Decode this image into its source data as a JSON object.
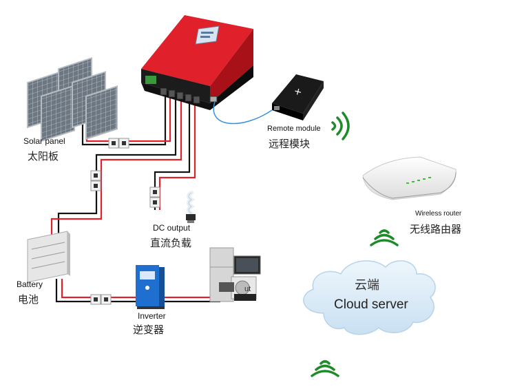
{
  "labels": {
    "solar_panel_en": "Solar panel",
    "solar_panel_cn": "太阳板",
    "remote_module_en": "Remote module",
    "remote_module_cn": "远程模块",
    "wireless_router_en": "Wireless router",
    "wireless_router_cn": "无线路由器",
    "dc_output_en": "DC output",
    "dc_output_cn": "直流负载",
    "battery_en": "Battery",
    "battery_cn": "电池",
    "inverter_en": "Inverter",
    "inverter_cn": "逆变器",
    "ac_load_fragment": "ut",
    "cloud_cn": "云端",
    "cloud_en": "Cloud server"
  },
  "colors": {
    "controller_red": "#e0202a",
    "controller_black": "#1c1c1c",
    "wire_red": "#e0202a",
    "wire_black": "#111111",
    "wifi_green": "#1f8a2a",
    "data_cable_blue": "#3a8fd8",
    "inverter_blue": "#1e6fd0",
    "cloud_blue": "#d6e9f7"
  }
}
